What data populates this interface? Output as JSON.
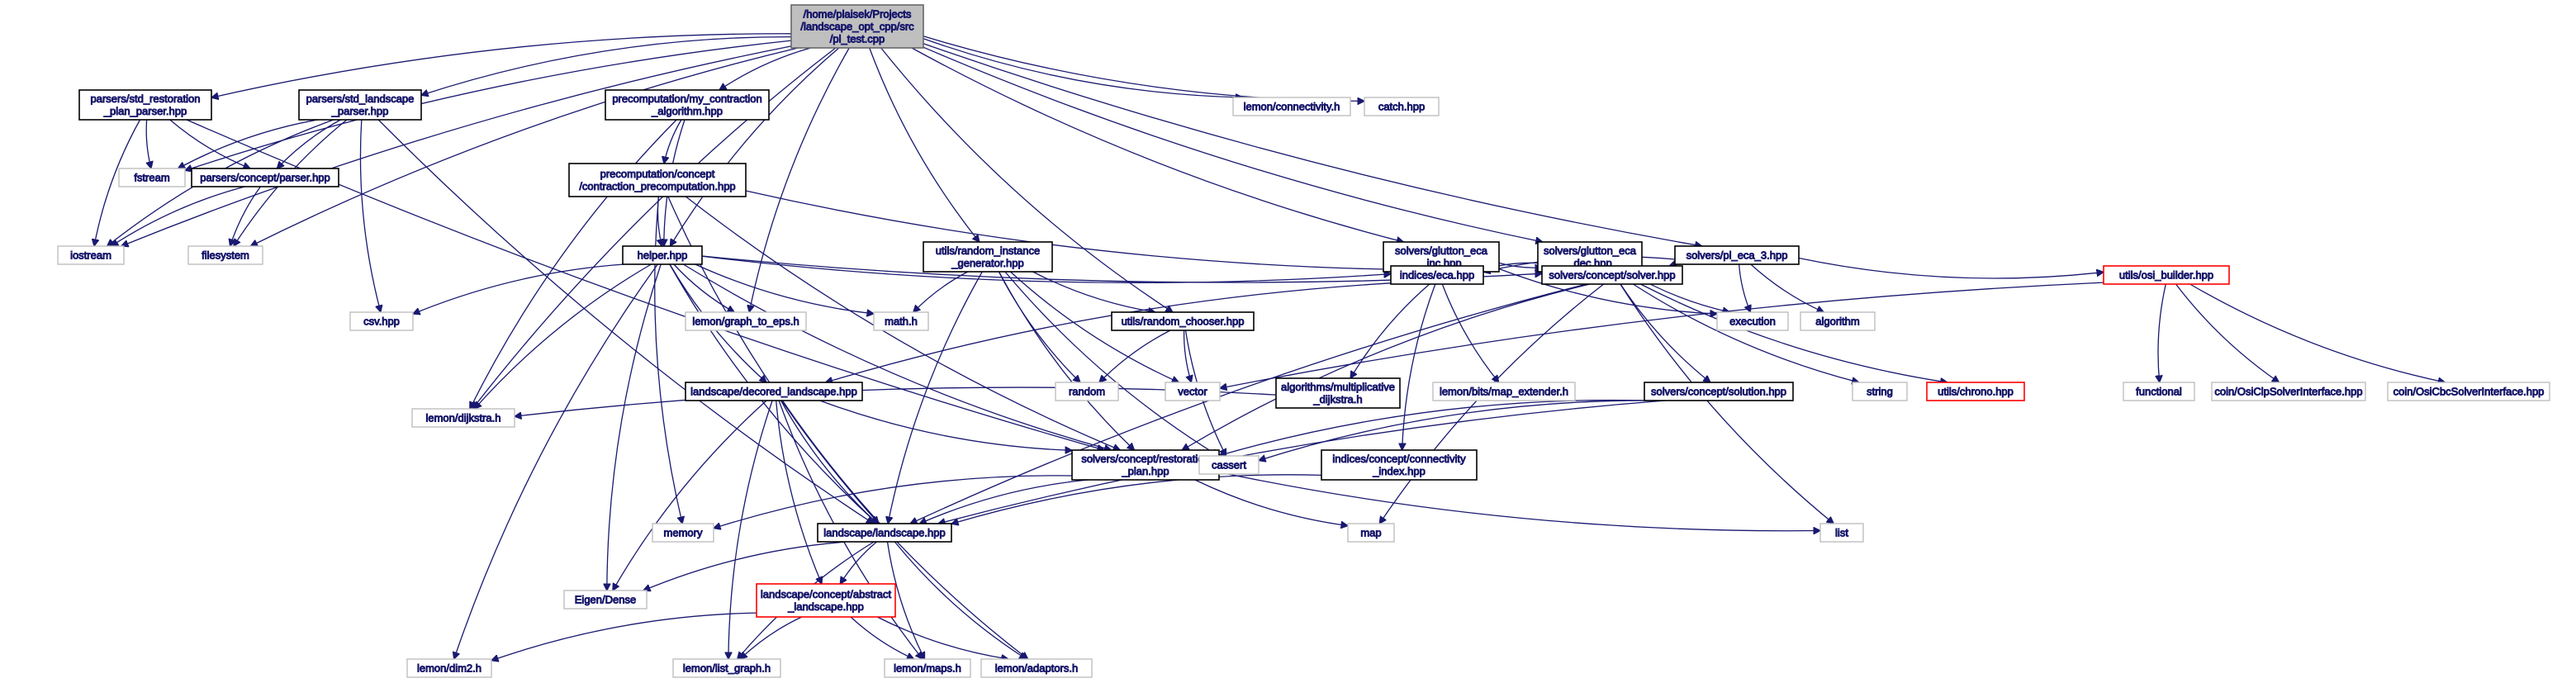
{
  "graph": {
    "edge_color": "#191970",
    "nodes": [
      {
        "id": "root",
        "kind": "root",
        "lines": [
          "/home/plaisek/Projects",
          "/landscape_opt_cpp/src",
          "/pl_test.cpp"
        ]
      },
      {
        "id": "std_rest_parser",
        "kind": "normal",
        "lines": [
          "parsers/std_restoration",
          "_plan_parser.hpp"
        ]
      },
      {
        "id": "std_land_parser",
        "kind": "normal",
        "lines": [
          "parsers/std_landscape",
          "_parser.hpp"
        ]
      },
      {
        "id": "my_contraction",
        "kind": "normal",
        "lines": [
          "precomputation/my_contraction",
          "_algorithm.hpp"
        ]
      },
      {
        "id": "connectivity_h",
        "kind": "external",
        "lines": [
          "lemon/connectivity.h"
        ]
      },
      {
        "id": "catch",
        "kind": "external",
        "lines": [
          "catch.hpp"
        ]
      },
      {
        "id": "fstream",
        "kind": "external",
        "lines": [
          "fstream"
        ]
      },
      {
        "id": "concept_parser",
        "kind": "normal",
        "lines": [
          "parsers/concept/parser.hpp"
        ]
      },
      {
        "id": "contraction_precomp",
        "kind": "normal",
        "lines": [
          "precomputation/concept",
          "/contraction_precomputation.hpp"
        ]
      },
      {
        "id": "iostream",
        "kind": "external",
        "lines": [
          "iostream"
        ]
      },
      {
        "id": "filesystem",
        "kind": "external",
        "lines": [
          "filesystem"
        ]
      },
      {
        "id": "helper",
        "kind": "normal",
        "lines": [
          "helper.hpp"
        ]
      },
      {
        "id": "random_instance",
        "kind": "normal",
        "lines": [
          "utils/random_instance",
          "_generator.hpp"
        ]
      },
      {
        "id": "glutton_inc",
        "kind": "normal",
        "lines": [
          "solvers/glutton_eca",
          "_inc.hpp"
        ]
      },
      {
        "id": "glutton_dec",
        "kind": "normal",
        "lines": [
          "solvers/glutton_eca",
          "_dec.hpp"
        ]
      },
      {
        "id": "pl_eca_3",
        "kind": "normal",
        "lines": [
          "solvers/pl_eca_3.hpp"
        ]
      },
      {
        "id": "osi_builder",
        "kind": "truncated",
        "lines": [
          "utils/osi_builder.hpp"
        ]
      },
      {
        "id": "csv",
        "kind": "external",
        "lines": [
          "csv.hpp"
        ]
      },
      {
        "id": "graph_to_eps",
        "kind": "external",
        "lines": [
          "lemon/graph_to_eps.h"
        ]
      },
      {
        "id": "math",
        "kind": "external",
        "lines": [
          "math.h"
        ]
      },
      {
        "id": "random_chooser",
        "kind": "normal",
        "lines": [
          "utils/random_chooser.hpp"
        ]
      },
      {
        "id": "indices_eca",
        "kind": "normal",
        "lines": [
          "indices/eca.hpp"
        ]
      },
      {
        "id": "concept_solver",
        "kind": "normal",
        "lines": [
          "solvers/concept/solver.hpp"
        ]
      },
      {
        "id": "execution",
        "kind": "external",
        "lines": [
          "execution"
        ]
      },
      {
        "id": "algorithm",
        "kind": "external",
        "lines": [
          "algorithm"
        ]
      },
      {
        "id": "decored_landscape",
        "kind": "normal",
        "lines": [
          "landscape/decored_landscape.hpp"
        ]
      },
      {
        "id": "random",
        "kind": "external",
        "lines": [
          "random"
        ]
      },
      {
        "id": "vector",
        "kind": "external",
        "lines": [
          "vector"
        ]
      },
      {
        "id": "mult_dijkstra",
        "kind": "normal",
        "lines": [
          "algorithms/multiplicative",
          "_dijkstra.h"
        ]
      },
      {
        "id": "map_extender",
        "kind": "external",
        "lines": [
          "lemon/bits/map_extender.h"
        ]
      },
      {
        "id": "concept_solution",
        "kind": "normal",
        "lines": [
          "solvers/concept/solution.hpp"
        ]
      },
      {
        "id": "string",
        "kind": "external",
        "lines": [
          "string"
        ]
      },
      {
        "id": "chrono",
        "kind": "truncated",
        "lines": [
          "utils/chrono.hpp"
        ]
      },
      {
        "id": "functional",
        "kind": "external",
        "lines": [
          "functional"
        ]
      },
      {
        "id": "osi_clp",
        "kind": "external",
        "lines": [
          "coin/OsiClpSolverInterface.hpp"
        ]
      },
      {
        "id": "osi_cbc",
        "kind": "external",
        "lines": [
          "coin/OsiCbcSolverInterface.hpp"
        ]
      },
      {
        "id": "dijkstra",
        "kind": "external",
        "lines": [
          "lemon/dijkstra.h"
        ]
      },
      {
        "id": "restoration_plan",
        "kind": "normal",
        "lines": [
          "solvers/concept/restoration",
          "_plan.hpp"
        ]
      },
      {
        "id": "cassert",
        "kind": "external",
        "lines": [
          "cassert"
        ]
      },
      {
        "id": "connectivity_index",
        "kind": "normal",
        "lines": [
          "indices/concept/connectivity",
          "_index.hpp"
        ]
      },
      {
        "id": "memory",
        "kind": "external",
        "lines": [
          "memory"
        ]
      },
      {
        "id": "landscape",
        "kind": "normal",
        "lines": [
          "landscape/landscape.hpp"
        ]
      },
      {
        "id": "map",
        "kind": "external",
        "lines": [
          "map"
        ]
      },
      {
        "id": "list",
        "kind": "external",
        "lines": [
          "list"
        ]
      },
      {
        "id": "eigen",
        "kind": "external",
        "lines": [
          "Eigen/Dense"
        ]
      },
      {
        "id": "abstract_landscape",
        "kind": "truncated",
        "lines": [
          "landscape/concept/abstract",
          "_landscape.hpp"
        ]
      },
      {
        "id": "dim2",
        "kind": "external",
        "lines": [
          "lemon/dim2.h"
        ]
      },
      {
        "id": "list_graph",
        "kind": "external",
        "lines": [
          "lemon/list_graph.h"
        ]
      },
      {
        "id": "maps",
        "kind": "external",
        "lines": [
          "lemon/maps.h"
        ]
      },
      {
        "id": "adaptors",
        "kind": "external",
        "lines": [
          "lemon/adaptors.h"
        ]
      }
    ],
    "edges": [
      [
        "root",
        "std_rest_parser"
      ],
      [
        "root",
        "std_land_parser"
      ],
      [
        "root",
        "my_contraction"
      ],
      [
        "root",
        "connectivity_h"
      ],
      [
        "root",
        "catch"
      ],
      [
        "root",
        "fstream"
      ],
      [
        "root",
        "iostream"
      ],
      [
        "root",
        "helper"
      ],
      [
        "root",
        "graph_to_eps"
      ],
      [
        "root",
        "random_instance"
      ],
      [
        "root",
        "random_chooser"
      ],
      [
        "root",
        "glutton_inc"
      ],
      [
        "root",
        "glutton_dec"
      ],
      [
        "root",
        "pl_eca_3"
      ],
      [
        "root",
        "dijkstra"
      ],
      [
        "root",
        "filesystem"
      ],
      [
        "std_rest_parser",
        "fstream"
      ],
      [
        "std_rest_parser",
        "concept_parser"
      ],
      [
        "std_rest_parser",
        "iostream"
      ],
      [
        "std_rest_parser",
        "restoration_plan"
      ],
      [
        "std_land_parser",
        "fstream"
      ],
      [
        "std_land_parser",
        "concept_parser"
      ],
      [
        "std_land_parser",
        "csv"
      ],
      [
        "std_land_parser",
        "iostream"
      ],
      [
        "std_land_parser",
        "filesystem"
      ],
      [
        "std_land_parser",
        "landscape"
      ],
      [
        "concept_parser",
        "iostream"
      ],
      [
        "concept_parser",
        "filesystem"
      ],
      [
        "my_contraction",
        "contraction_precomp"
      ],
      [
        "my_contraction",
        "helper"
      ],
      [
        "my_contraction",
        "dijkstra"
      ],
      [
        "contraction_precomp",
        "helper"
      ],
      [
        "contraction_precomp",
        "restoration_plan"
      ],
      [
        "contraction_precomp",
        "landscape"
      ],
      [
        "contraction_precomp",
        "memory"
      ],
      [
        "contraction_precomp",
        "indices_eca"
      ],
      [
        "helper",
        "csv"
      ],
      [
        "helper",
        "graph_to_eps"
      ],
      [
        "helper",
        "math"
      ],
      [
        "helper",
        "concept_solver"
      ],
      [
        "helper",
        "decored_landscape"
      ],
      [
        "helper",
        "dijkstra"
      ],
      [
        "helper",
        "landscape"
      ],
      [
        "helper",
        "eigen"
      ],
      [
        "helper",
        "dim2"
      ],
      [
        "helper",
        "indices_eca"
      ],
      [
        "helper",
        "restoration_plan"
      ],
      [
        "random_instance",
        "math"
      ],
      [
        "random_instance",
        "random_chooser"
      ],
      [
        "random_instance",
        "random"
      ],
      [
        "random_instance",
        "vector"
      ],
      [
        "random_instance",
        "landscape"
      ],
      [
        "random_instance",
        "restoration_plan"
      ],
      [
        "random_instance",
        "cassert"
      ],
      [
        "random_chooser",
        "random"
      ],
      [
        "random_chooser",
        "vector"
      ],
      [
        "random_chooser",
        "cassert"
      ],
      [
        "glutton_inc",
        "indices_eca"
      ],
      [
        "glutton_inc",
        "concept_solver"
      ],
      [
        "glutton_inc",
        "execution"
      ],
      [
        "glutton_dec",
        "indices_eca"
      ],
      [
        "glutton_dec",
        "concept_solver"
      ],
      [
        "glutton_dec",
        "execution"
      ],
      [
        "pl_eca_3",
        "indices_eca"
      ],
      [
        "pl_eca_3",
        "concept_solver"
      ],
      [
        "pl_eca_3",
        "execution"
      ],
      [
        "pl_eca_3",
        "algorithm"
      ],
      [
        "pl_eca_3",
        "osi_builder"
      ],
      [
        "osi_builder",
        "vector"
      ],
      [
        "osi_builder",
        "functional"
      ],
      [
        "osi_builder",
        "osi_clp"
      ],
      [
        "osi_builder",
        "osi_cbc"
      ],
      [
        "indices_eca",
        "decored_landscape"
      ],
      [
        "indices_eca",
        "mult_dijkstra"
      ],
      [
        "indices_eca",
        "map_extender"
      ],
      [
        "indices_eca",
        "connectivity_index"
      ],
      [
        "concept_solver",
        "concept_solution"
      ],
      [
        "concept_solver",
        "string"
      ],
      [
        "concept_solver",
        "chrono"
      ],
      [
        "concept_solver",
        "restoration_plan"
      ],
      [
        "concept_solver",
        "landscape"
      ],
      [
        "concept_solver",
        "map"
      ],
      [
        "concept_solver",
        "list"
      ],
      [
        "mult_dijkstra",
        "dijkstra"
      ],
      [
        "concept_solution",
        "landscape"
      ],
      [
        "concept_solution",
        "restoration_plan"
      ],
      [
        "concept_solution",
        "cassert"
      ],
      [
        "decored_landscape",
        "landscape"
      ],
      [
        "decored_landscape",
        "restoration_plan"
      ],
      [
        "decored_landscape",
        "abstract_landscape"
      ],
      [
        "decored_landscape",
        "eigen"
      ],
      [
        "decored_landscape",
        "list_graph"
      ],
      [
        "decored_landscape",
        "maps"
      ],
      [
        "decored_landscape",
        "adaptors"
      ],
      [
        "restoration_plan",
        "landscape"
      ],
      [
        "restoration_plan",
        "memory"
      ],
      [
        "restoration_plan",
        "map"
      ],
      [
        "restoration_plan",
        "list"
      ],
      [
        "connectivity_index",
        "landscape"
      ],
      [
        "landscape",
        "abstract_landscape"
      ],
      [
        "landscape",
        "eigen"
      ],
      [
        "landscape",
        "list_graph"
      ],
      [
        "landscape",
        "maps"
      ],
      [
        "landscape",
        "adaptors"
      ],
      [
        "abstract_landscape",
        "dim2"
      ],
      [
        "abstract_landscape",
        "list_graph"
      ],
      [
        "abstract_landscape",
        "maps"
      ],
      [
        "abstract_landscape",
        "adaptors"
      ]
    ]
  }
}
